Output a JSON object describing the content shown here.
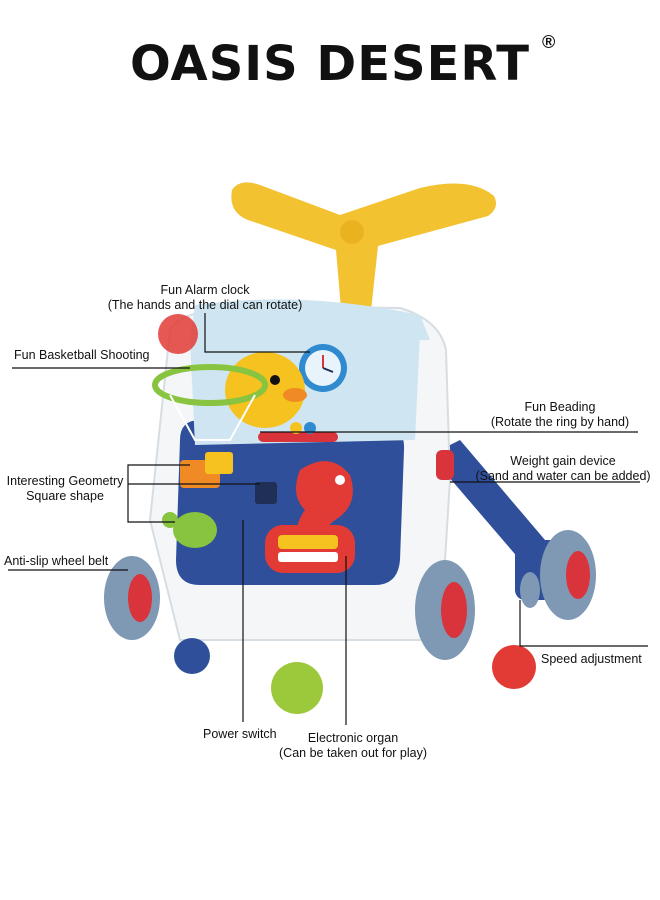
{
  "brand": {
    "name": "OASIS DESERT",
    "registered_mark": "®"
  },
  "callouts": {
    "alarm_clock": {
      "title": "Fun Alarm clock",
      "detail": "(The hands and the dial can rotate)"
    },
    "basketball": {
      "title": "Fun Basketball Shooting"
    },
    "beading": {
      "title": "Fun Beading",
      "detail": "(Rotate the ring by hand)"
    },
    "weight_gain": {
      "title": "Weight gain device",
      "detail": "(Sand and water can be added)"
    },
    "geometry": {
      "title": "Interesting Geometry",
      "detail": "Square shape"
    },
    "wheel_belt": {
      "title": "Anti-slip wheel belt"
    },
    "speed": {
      "title": "Speed adjustment"
    },
    "power": {
      "title": "Power switch"
    },
    "organ": {
      "title": "Electronic organ",
      "detail": "(Can be taken out for play)"
    }
  },
  "colors": {
    "handle": "#f2c230",
    "panel_blue": "#2f4f9a",
    "panel_light": "#cfe6f2",
    "body_white": "#f4f6f8",
    "wheel_grey": "#7f98b3",
    "wheel_red": "#d9333b",
    "seahorse_red": "#e23b35",
    "turtle_green": "#88c43f",
    "duck_yellow": "#f6c21f"
  },
  "balls": [
    "red",
    "navy",
    "green",
    "red"
  ]
}
